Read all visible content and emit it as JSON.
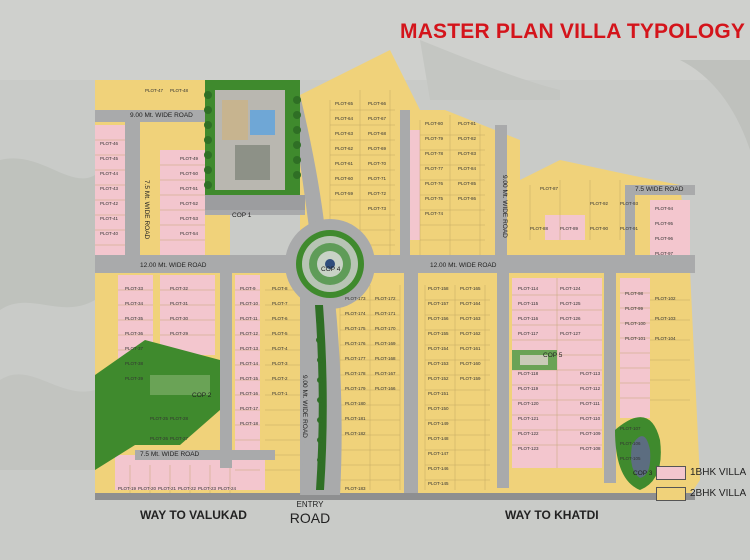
{
  "title": "MASTER PLAN VILLA TYPOLOGY",
  "legend": [
    {
      "label": "1BHK VILLA",
      "color": "#f3c6ce"
    },
    {
      "label": "2BHK VILLA",
      "color": "#f0d27a"
    }
  ],
  "colors": {
    "road": "#a9aaab",
    "green": "#3f8a2d",
    "bg": "#c9cbc8",
    "entry_road": "#8e8f90",
    "water": "#5c6d80"
  },
  "roads": {
    "main_horizontal": "12.00 Mt. WIDE ROAD",
    "main_horizontal_right": "12.00 Mt. WIDE ROAD",
    "bottom_left": "7.5 Mt. WIDE ROAD",
    "top_left": "9.00 Mt. WIDE ROAD",
    "top_right": "7.5 WIDE ROAD",
    "v_75": "7.5 Mt. WIDE ROAD",
    "v_900": "9.00 Mt. WIDE ROAD",
    "v_entry": "9.00 Mt. WIDE ROAD"
  },
  "cop_labels": [
    "COP 1",
    "COP 2",
    "COP 3",
    "COP 4",
    "COP 5"
  ],
  "below_labels": {
    "left": "WAY TO VALUKAD",
    "right": "WAY TO KHATDI"
  },
  "entry": {
    "line1": "ENTRY",
    "line2": "ROAD"
  },
  "sample_plots": [
    "PLOT-47",
    "PLOT-46",
    "PLOT-45",
    "PLOT-44",
    "PLOT-43",
    "PLOT-42",
    "PLOT-41",
    "PLOT-40",
    "PLOT-48",
    "PLOT-49",
    "PLOT-50",
    "PLOT-51",
    "PLOT-52",
    "PLOT-53",
    "PLOT-54",
    "PLOT-65",
    "PLOT-64",
    "PLOT-63",
    "PLOT-62",
    "PLOT-61",
    "PLOT-60",
    "PLOT-59",
    "PLOT-66",
    "PLOT-67",
    "PLOT-68",
    "PLOT-69",
    "PLOT-70",
    "PLOT-71",
    "PLOT-72",
    "PLOT-73",
    "PLOT-80",
    "PLOT-79",
    "PLOT-78",
    "PLOT-77",
    "PLOT-76",
    "PLOT-75",
    "PLOT-74",
    "PLOT-81",
    "PLOT-82",
    "PLOT-83",
    "PLOT-84",
    "PLOT-85",
    "PLOT-86",
    "PLOT-87",
    "PLOT-88",
    "PLOT-89",
    "PLOT-90",
    "PLOT-91",
    "PLOT-92",
    "PLOT-93",
    "PLOT-94",
    "PLOT-95",
    "PLOT-96",
    "PLOT-97",
    "PLOT-33",
    "PLOT-34",
    "PLOT-35",
    "PLOT-36",
    "PLOT-37",
    "PLOT-38",
    "PLOT-39",
    "PLOT-32",
    "PLOT-31",
    "PLOT-30",
    "PLOT-29",
    "PLOT-28",
    "PLOT-27",
    "PLOT-26",
    "PLOT-25",
    "PLOT-9",
    "PLOT-10",
    "PLOT-11",
    "PLOT-12",
    "PLOT-13",
    "PLOT-14",
    "PLOT-15",
    "PLOT-16",
    "PLOT-17",
    "PLOT-18",
    "PLOT-8",
    "PLOT-7",
    "PLOT-6",
    "PLOT-5",
    "PLOT-4",
    "PLOT-3",
    "PLOT-2",
    "PLOT-1",
    "PLOT-173",
    "PLOT-174",
    "PLOT-175",
    "PLOT-176",
    "PLOT-177",
    "PLOT-178",
    "PLOT-179",
    "PLOT-180",
    "PLOT-181",
    "PLOT-182",
    "PLOT-183",
    "PLOT-172",
    "PLOT-171",
    "PLOT-170",
    "PLOT-169",
    "PLOT-168",
    "PLOT-167",
    "PLOT-166",
    "PLOT-158",
    "PLOT-157",
    "PLOT-156",
    "PLOT-155",
    "PLOT-154",
    "PLOT-153",
    "PLOT-152",
    "PLOT-151",
    "PLOT-150",
    "PLOT-149",
    "PLOT-148",
    "PLOT-147",
    "PLOT-146",
    "PLOT-145",
    "PLOT-165",
    "PLOT-164",
    "PLOT-163",
    "PLOT-162",
    "PLOT-161",
    "PLOT-160",
    "PLOT-159",
    "PLOT-114",
    "PLOT-115",
    "PLOT-116",
    "PLOT-117",
    "PLOT-118",
    "PLOT-119",
    "PLOT-120",
    "PLOT-121",
    "PLOT-122",
    "PLOT-123",
    "PLOT-124",
    "PLOT-125",
    "PLOT-126",
    "PLOT-127",
    "PLOT-113",
    "PLOT-112",
    "PLOT-111",
    "PLOT-110",
    "PLOT-109",
    "PLOT-108",
    "PLOT-107",
    "PLOT-106",
    "PLOT-105",
    "PLOT-98",
    "PLOT-99",
    "PLOT-100",
    "PLOT-101",
    "PLOT-102",
    "PLOT-103",
    "PLOT-104",
    "PLOT-19",
    "PLOT-20",
    "PLOT-21",
    "PLOT-22",
    "PLOT-23",
    "PLOT-24"
  ]
}
